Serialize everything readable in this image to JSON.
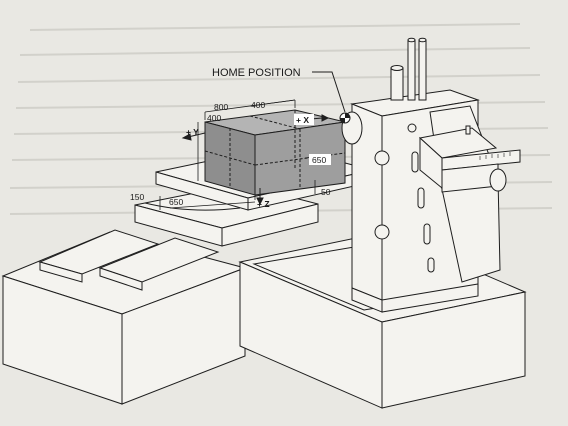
{
  "labels": {
    "home_position": "HOME POSITION",
    "dim_800": "800",
    "dim_400_top": "400",
    "dim_400_left": "400",
    "plus_x": "+ X",
    "plus_y": "+ Y",
    "plus_z": "+ Z",
    "dim_650_right": "650",
    "dim_650_bottom": "650",
    "dim_150": "150",
    "dim_50": "50"
  },
  "colors": {
    "paper": "#e9e8e3",
    "line": "#1e1e1e",
    "work_volume": "#8e8e8e",
    "machine_fill": "#f4f3ef"
  },
  "icons": {
    "home_marker": "home-position-marker-icon"
  }
}
